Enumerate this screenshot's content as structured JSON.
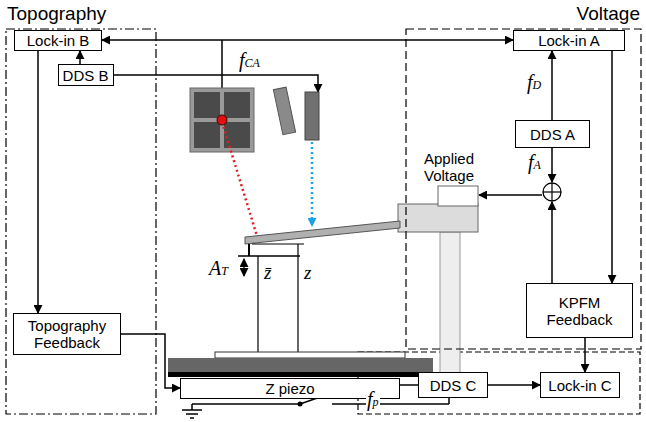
{
  "diagram": {
    "nodes": [
      {
        "text": [
          "Topography"
        ]
      },
      {
        "text": [
          "Lock-in B"
        ],
        "in": 0
      },
      {
        "text": [
          "DDS B"
        ],
        "in": 0
      },
      {
        "text": [
          "Topography Feedback"
        ],
        "in": 0
      },
      {
        "text": [
          "Voltage"
        ]
      },
      {
        "text": [
          "Lock-in A"
        ],
        "in": 4
      },
      {
        "text": [
          "DDS A"
        ],
        "in": 4
      },
      {
        "text": [
          "KPFM Feedback"
        ],
        "in": 4
      },
      {
        "text": [
          "Z piezo"
        ]
      },
      {
        "text": [
          "DDS C"
        ]
      },
      {
        "text": [
          "Lock-in C"
        ]
      }
    ],
    "edges": [
      {
        "from": 2,
        "to": 1,
        "arrow": "to"
      },
      {
        "from": 1,
        "to": 5,
        "arrow": "both"
      },
      {
        "from": 1,
        "to": 3,
        "arrow": "to"
      },
      {
        "from": 3,
        "to": 8,
        "arrow": "to"
      },
      {
        "from": 6,
        "to": 5,
        "label": "fD",
        "arrow": "to"
      },
      {
        "from": 5,
        "to": 7,
        "arrow": "to"
      },
      {
        "from": 7,
        "to": 10,
        "arrow": "to"
      },
      {
        "from": 9,
        "to": 10,
        "arrow": "to"
      }
    ],
    "labels": [
      "fCA",
      "fA",
      "Applied Voltage",
      "AT",
      "z̄",
      "z",
      "fp"
    ]
  }
}
